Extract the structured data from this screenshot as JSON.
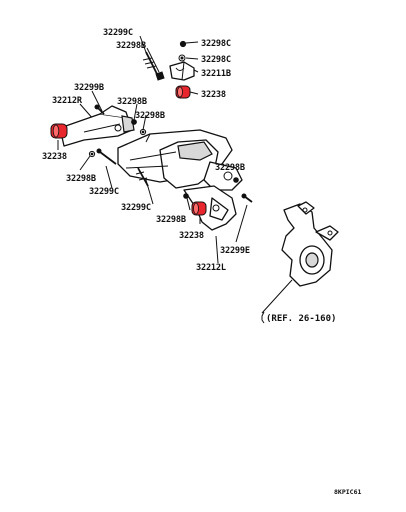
{
  "colors": {
    "highlight": "#e8262d",
    "ink": "#111111",
    "background": "#ffffff"
  },
  "callouts": {
    "c1": "32299C",
    "c2": "32298B",
    "c3": "32298C",
    "c4": "32298C",
    "c5": "32211B",
    "c6": "32238",
    "c7": "32299B",
    "c8": "32212R",
    "c9": "32298B",
    "c10": "32298B",
    "c11": "32238",
    "c12": "32298B",
    "c13": "32298B",
    "c14": "32299C",
    "c15": "32299C",
    "c16": "32298B",
    "c17": "32238",
    "c18": "32299E",
    "c19": "32212L"
  },
  "reference": "(REF. 26-160)",
  "code": "8KPIC61"
}
